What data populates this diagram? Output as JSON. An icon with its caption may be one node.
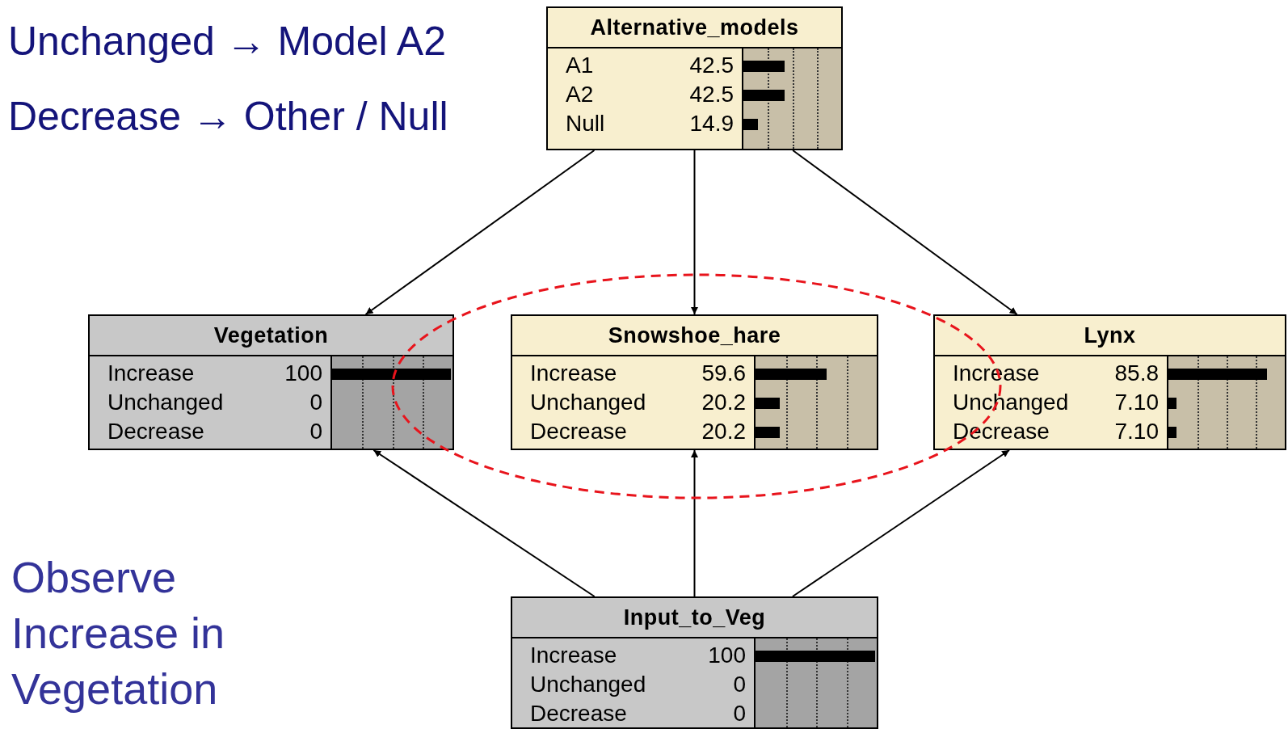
{
  "diagram": {
    "nodes": [
      {
        "text": [
          "Alternative_models",
          "A1",
          "42.5",
          "A2",
          "42.5",
          "Null",
          "14.9"
        ]
      },
      {
        "text": [
          "Vegetation",
          "Increase",
          "100",
          "Unchanged",
          "0",
          "Decrease",
          "0"
        ]
      },
      {
        "text": [
          "Snowshoe_hare",
          "Increase",
          "59.6",
          "Unchanged",
          "20.2",
          "Decrease",
          "20.2"
        ]
      },
      {
        "text": [
          "Lynx",
          "Increase",
          "85.8",
          "Unchanged",
          "7.10",
          "Decrease",
          "7.10"
        ]
      },
      {
        "text": [
          "Input_to_Veg",
          "Increase",
          "100",
          "Unchanged",
          "0",
          "Decrease",
          "0"
        ]
      }
    ],
    "edges": [
      {
        "from": 0,
        "to": 1,
        "arrow": "to"
      },
      {
        "from": 0,
        "to": 2,
        "arrow": "to"
      },
      {
        "from": 0,
        "to": 3,
        "arrow": "to"
      },
      {
        "from": 4,
        "to": 1,
        "arrow": "to"
      },
      {
        "from": 4,
        "to": 2,
        "arrow": "to"
      },
      {
        "from": 4,
        "to": 3,
        "arrow": "to"
      }
    ],
    "labels": [
      "Unchanged → Model A2",
      "Decrease → Other / Null",
      "Observe Increase in Vegetation"
    ]
  }
}
